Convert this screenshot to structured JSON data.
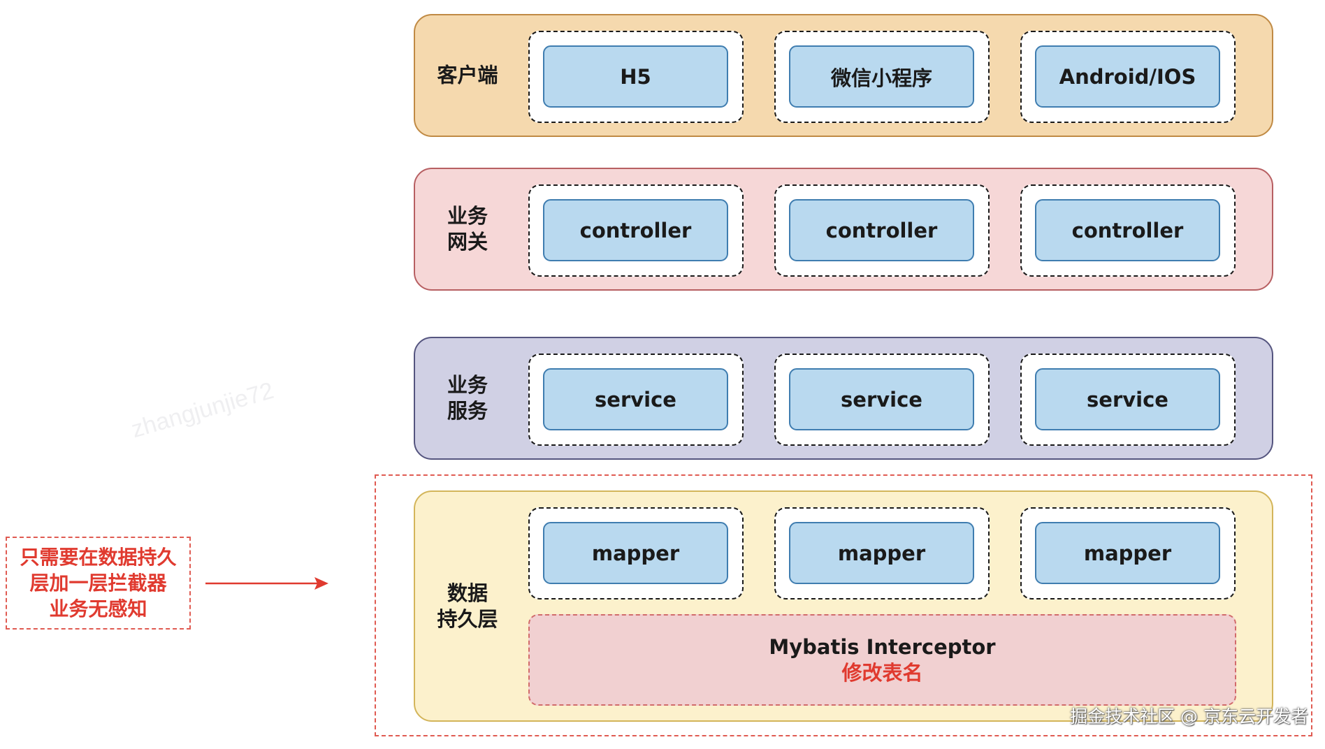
{
  "layers": {
    "client": {
      "label": "客户端",
      "items": [
        "H5",
        "微信小程序",
        "Android/IOS"
      ]
    },
    "gateway": {
      "label_lines": [
        "业务",
        "网关"
      ],
      "items": [
        "controller",
        "controller",
        "controller"
      ]
    },
    "service": {
      "label_lines": [
        "业务",
        "服务"
      ],
      "items": [
        "service",
        "service",
        "service"
      ]
    },
    "persistence": {
      "label_lines": [
        "数据",
        "持久层"
      ],
      "items": [
        "mapper",
        "mapper",
        "mapper"
      ],
      "interceptor": {
        "name": "Mybatis Interceptor",
        "sub": "修改表名"
      }
    }
  },
  "note": {
    "lines": [
      "只需要在数据持久",
      "层加一层拦截器",
      "业务无感知"
    ]
  },
  "watermark": "zhangjunjie72",
  "footer": "掘金技术社区 @ 京东云开发者",
  "colors": {
    "client_fill": "#f5d9ae",
    "client_border": "#c08a44",
    "gateway_fill": "#f6d7d7",
    "gateway_border": "#b75f62",
    "service_fill": "#d0d0e4",
    "service_border": "#55557f",
    "persistence_fill": "#fcf1cc",
    "persistence_border": "#d3b55a",
    "inner_fill": "#b9d9ef",
    "inner_border": "#3f7db0",
    "accent_red": "#e03a2f"
  }
}
